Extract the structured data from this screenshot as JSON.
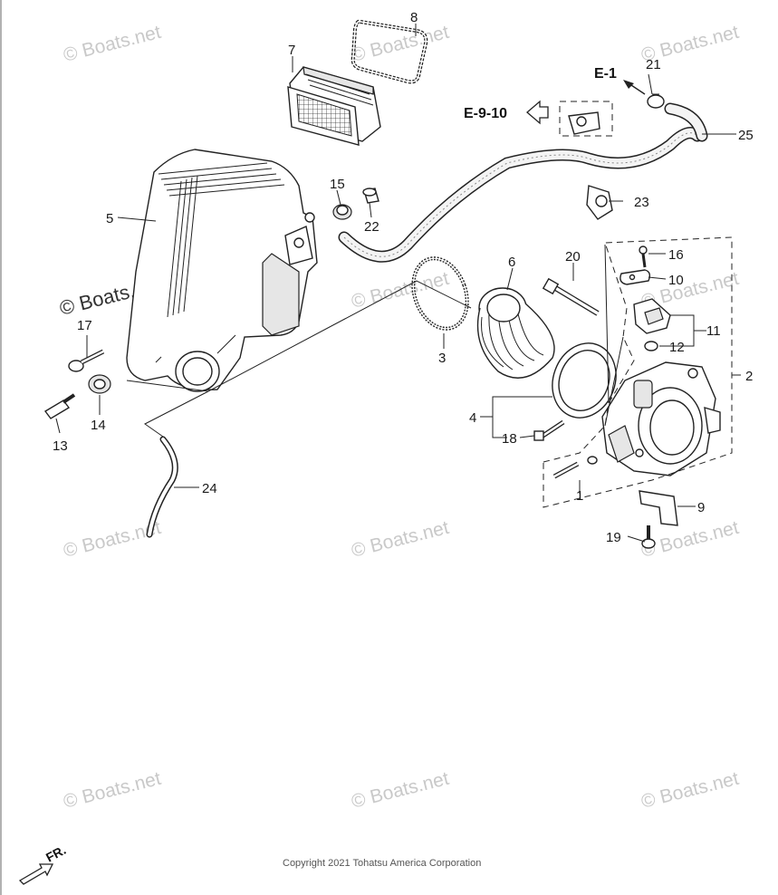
{
  "watermark": "© Boats.net",
  "copyright": "Copyright 2021 Tohatsu America Corporation",
  "front_indicator": "FR.",
  "references": {
    "ref_e1": "E-1",
    "ref_e910": "E-9-10"
  },
  "callouts": {
    "c1": "1",
    "c2": "2",
    "c3": "3",
    "c4": "4",
    "c5": "5",
    "c6": "6",
    "c7": "7",
    "c8": "8",
    "c9": "9",
    "c10": "10",
    "c11": "11",
    "c12": "12",
    "c13": "13",
    "c14": "14",
    "c15": "15",
    "c16": "16",
    "c17": "17",
    "c18": "18",
    "c19": "19",
    "c20": "20",
    "c21": "21",
    "c22": "22",
    "c23": "23",
    "c24": "24",
    "c25": "25"
  }
}
